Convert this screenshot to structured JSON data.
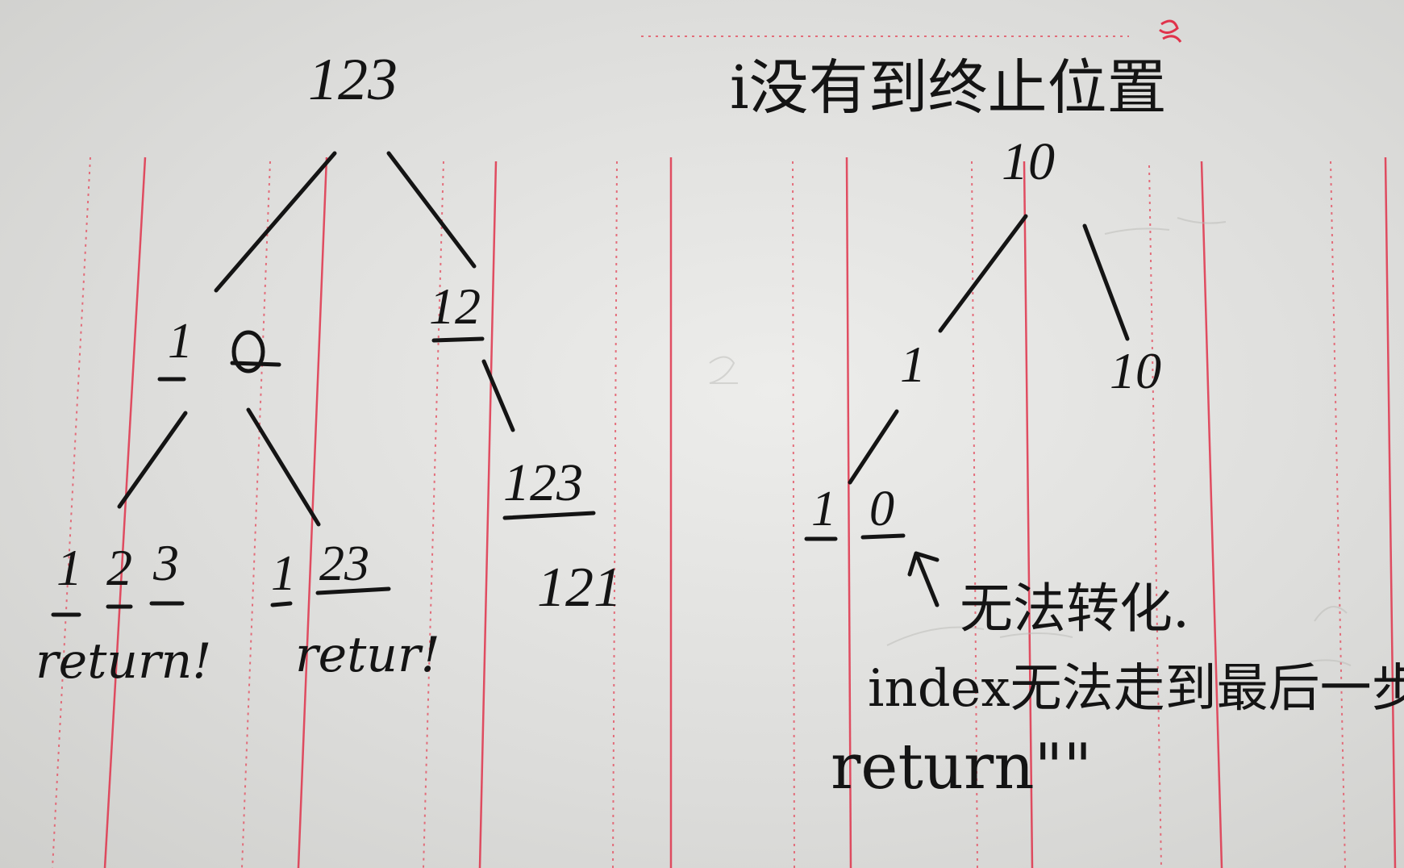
{
  "left_tree": {
    "root": "123",
    "mid_left": "1",
    "mid_right": "12",
    "leaf_a": [
      "1",
      "2",
      "3"
    ],
    "leaf_b_first": "1",
    "leaf_b_rest": "23",
    "leaf_c": "123",
    "leaf_d": "121",
    "return_a": "return!",
    "return_b": "retur!"
  },
  "right_tree": {
    "header": "i没有到终止位置",
    "root": "10",
    "mid_left": "1",
    "mid_right": "10",
    "leaf_first": "1",
    "leaf_second": "0"
  },
  "note": {
    "line1": "无法转化.",
    "line2": "index无法走到最后一步.",
    "line3": "return\"\""
  },
  "colors": {
    "ink": "#141414",
    "red_rule": "#e0334b",
    "dotted_rule": "#e45a6a",
    "paper": "#e4e4e2"
  },
  "icons": [
    "arrow-up-left-icon"
  ]
}
